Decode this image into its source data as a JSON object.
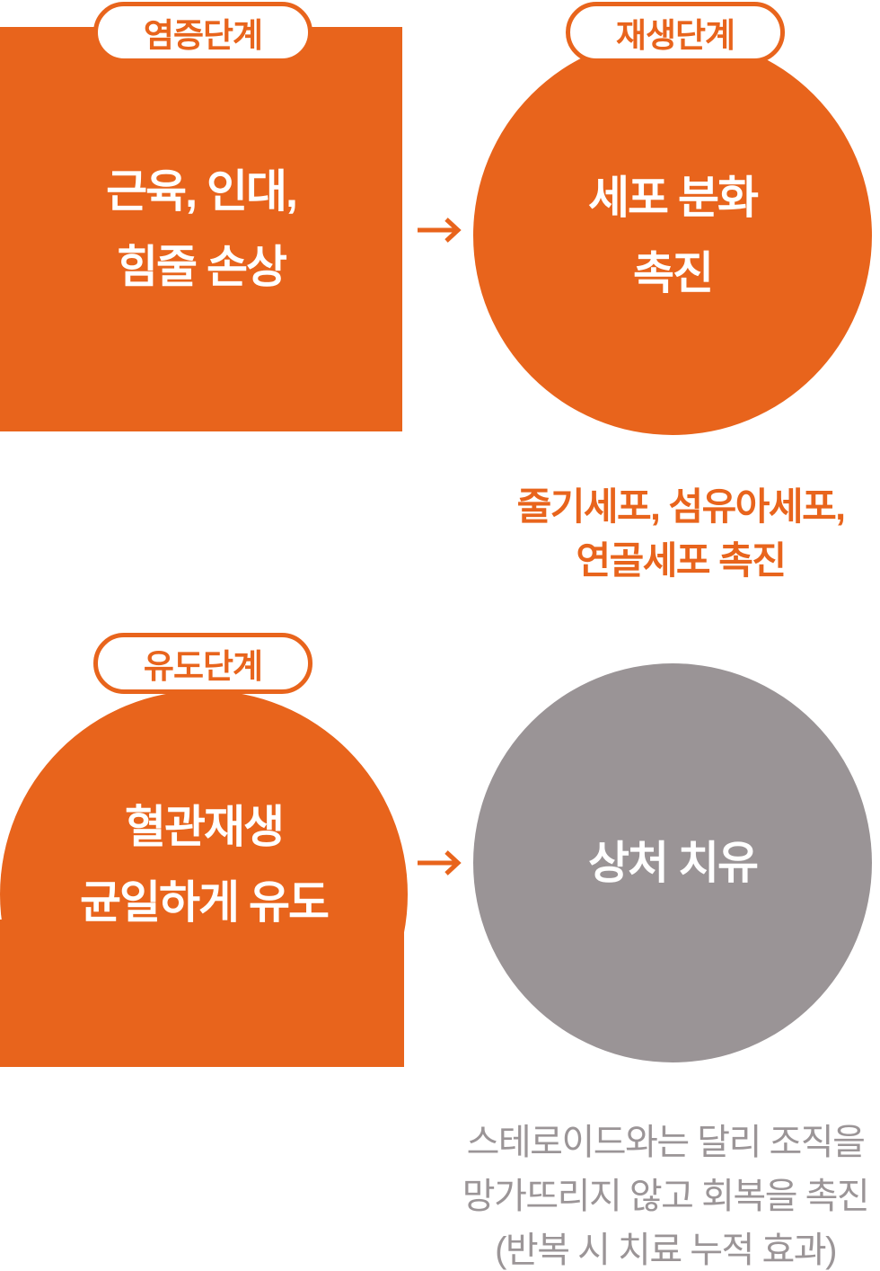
{
  "colors": {
    "accent": "#E8641C",
    "gray_fill": "#9A9496",
    "gray_text": "#9B9597",
    "white": "#FFFFFF"
  },
  "icons": {
    "arrow_right_glyph": "→"
  },
  "stages": {
    "inflammation": {
      "badge": "염증단계",
      "lines": [
        "근육, 인대,",
        "힘줄 손상"
      ]
    },
    "regeneration": {
      "badge": "재생단계",
      "lines": [
        "세포 분화",
        "촉진"
      ],
      "caption_lines": [
        "줄기세포, 섬유아세포,",
        "연골세포 촉진"
      ]
    },
    "induction": {
      "badge": "유도단계",
      "lines": [
        "혈관재생",
        "균일하게 유도"
      ]
    },
    "healing": {
      "lines": [
        "상처 치유"
      ],
      "caption_lines": [
        "스테로이드와는 달리 조직을",
        "망가뜨리지 않고 회복을 촉진",
        "(반복 시 치료 누적 효과)"
      ]
    }
  }
}
